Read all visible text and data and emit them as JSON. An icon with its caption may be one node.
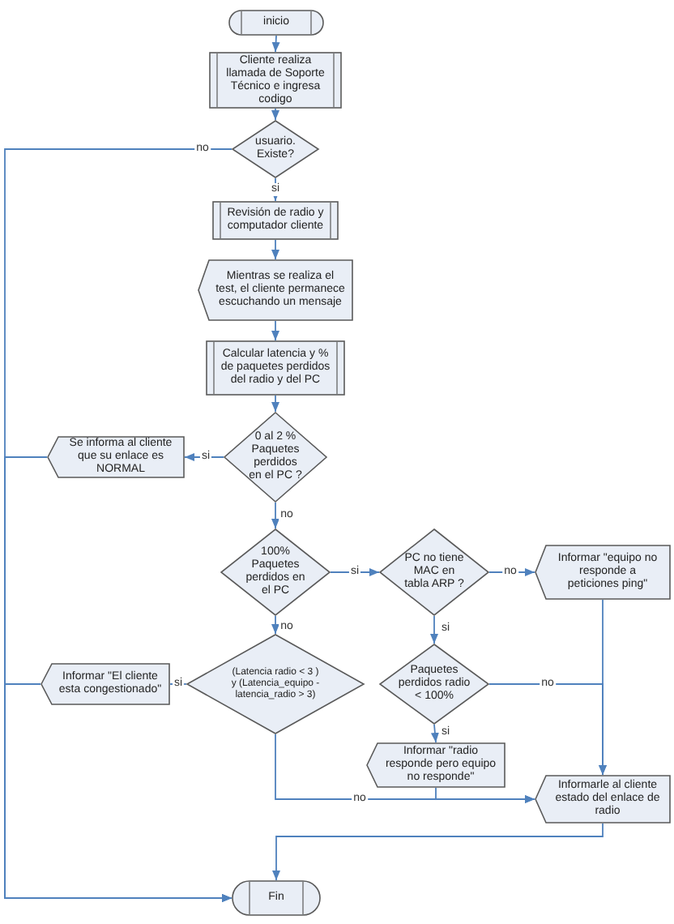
{
  "diagram": {
    "nodes": [
      {
        "text": [
          "inicio"
        ]
      },
      {
        "text": [
          "Cliente realiza llamada de Soporte Técnico e ingresa codigo"
        ]
      },
      {
        "text": [
          "usuario. Existe?"
        ]
      },
      {
        "text": [
          "Revisión de radio y computador cliente"
        ]
      },
      {
        "text": [
          "Mientras se realiza el test, el cliente permanece escuchando un mensaje"
        ]
      },
      {
        "text": [
          "Calcular latencia y % de paquetes perdidos del radio y del PC"
        ]
      },
      {
        "text": [
          "0 al 2 % Paquetes perdidos en el PC ?"
        ]
      },
      {
        "text": [
          "Se informa al cliente que su enlace es NORMAL"
        ]
      },
      {
        "text": [
          "100% Paquetes perdidos en el PC"
        ]
      },
      {
        "text": [
          "PC no tiene MAC en tabla ARP ?"
        ]
      },
      {
        "text": [
          "Informar \"equipo no responde a peticiones ping\""
        ]
      },
      {
        "text": [
          "(Latencia radio < 3 ) y (Latencia_equipo - latencia_radio > 3)"
        ]
      },
      {
        "text": [
          "Informar \"El cliente esta congestionado\""
        ]
      },
      {
        "text": [
          "Paquetes perdidos radio < 100%"
        ]
      },
      {
        "text": [
          "Informar \"radio responde pero equipo no responde\""
        ]
      },
      {
        "text": [
          "Informarle al cliente estado del enlace de radio"
        ]
      },
      {
        "text": [
          "Fin"
        ]
      }
    ],
    "edges": [
      {
        "from": 0,
        "to": 1,
        "arrow": "to"
      },
      {
        "from": 1,
        "to": 2,
        "arrow": "to"
      },
      {
        "from": 2,
        "to": 3,
        "arrow": "to",
        "label": "si"
      },
      {
        "from": 2,
        "to": 16,
        "arrow": "to",
        "label": "no"
      },
      {
        "from": 3,
        "to": 4,
        "arrow": "to"
      },
      {
        "from": 4,
        "to": 5,
        "arrow": "to"
      },
      {
        "from": 5,
        "to": 6,
        "arrow": "to"
      },
      {
        "from": 6,
        "to": 7,
        "arrow": "to",
        "label": "si"
      },
      {
        "from": 7,
        "to": 16,
        "arrow": "to"
      },
      {
        "from": 6,
        "to": 8,
        "arrow": "to",
        "label": "no"
      },
      {
        "from": 8,
        "to": 9,
        "arrow": "to",
        "label": "si"
      },
      {
        "from": 8,
        "to": 11,
        "arrow": "to",
        "label": "no"
      },
      {
        "from": 9,
        "to": 10,
        "arrow": "to",
        "label": "no"
      },
      {
        "from": 9,
        "to": 13,
        "arrow": "to",
        "label": "si"
      },
      {
        "from": 10,
        "to": 15,
        "arrow": "to"
      },
      {
        "from": 13,
        "to": 15,
        "arrow": "to",
        "label": "no"
      },
      {
        "from": 13,
        "to": 14,
        "arrow": "to",
        "label": "si"
      },
      {
        "from": 14,
        "to": 15,
        "arrow": "to"
      },
      {
        "from": 11,
        "to": 15,
        "arrow": "to",
        "label": "no"
      },
      {
        "from": 11,
        "to": 12,
        "arrow": "to",
        "label": "si"
      },
      {
        "from": 12,
        "to": 16,
        "arrow": "to"
      },
      {
        "from": 15,
        "to": 16,
        "arrow": "to"
      }
    ]
  }
}
